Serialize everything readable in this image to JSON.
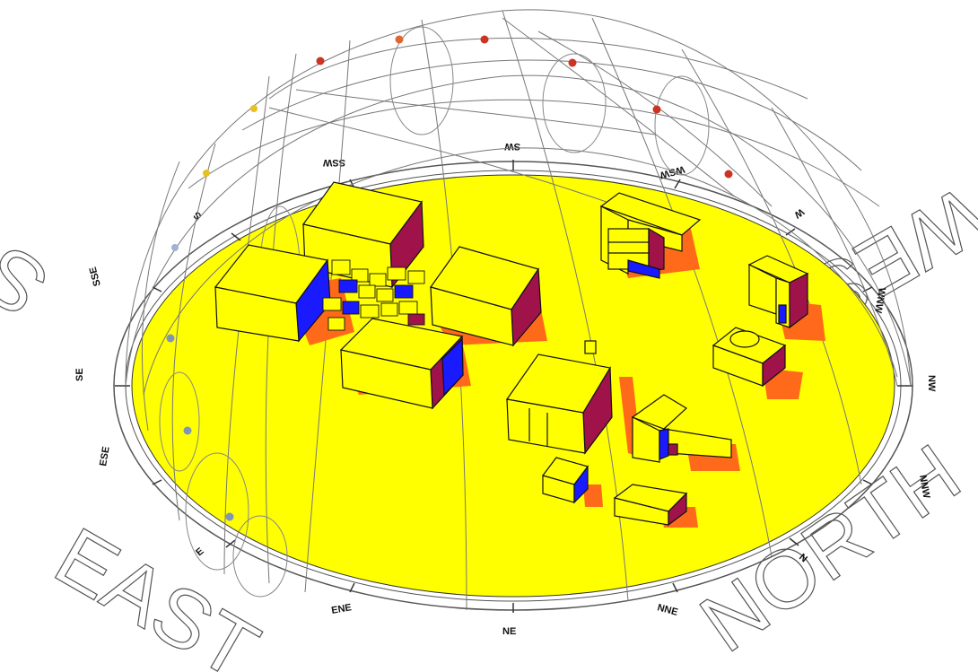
{
  "cardinals": {
    "south": "SOUTH",
    "west": "WEST",
    "east": "EAST",
    "north": "NORTH"
  },
  "compass": {
    "ssw": "SSW",
    "sw": "SW",
    "wsw": "WSW",
    "w": "W",
    "wnw": "WNW",
    "nw": "NW",
    "nnw": "NNW",
    "n": "N",
    "nne": "NNE",
    "ne": "NE",
    "ene": "ENE",
    "e": "E",
    "ese": "ESE",
    "se": "SE",
    "sse": "SSE",
    "s": "S"
  },
  "colors": {
    "ground": "#ffff00",
    "roof": "#ffff00",
    "wall_shadowed": "#a0124a",
    "shadow_blue": "#1a1aff",
    "shadow_orange": "#ff6a1a",
    "dome_lines": "#777777",
    "sun_path_summer": "#cc3322",
    "sun_path_mid": "#e8c020",
    "sun_path_winter": "#7f95b8"
  }
}
